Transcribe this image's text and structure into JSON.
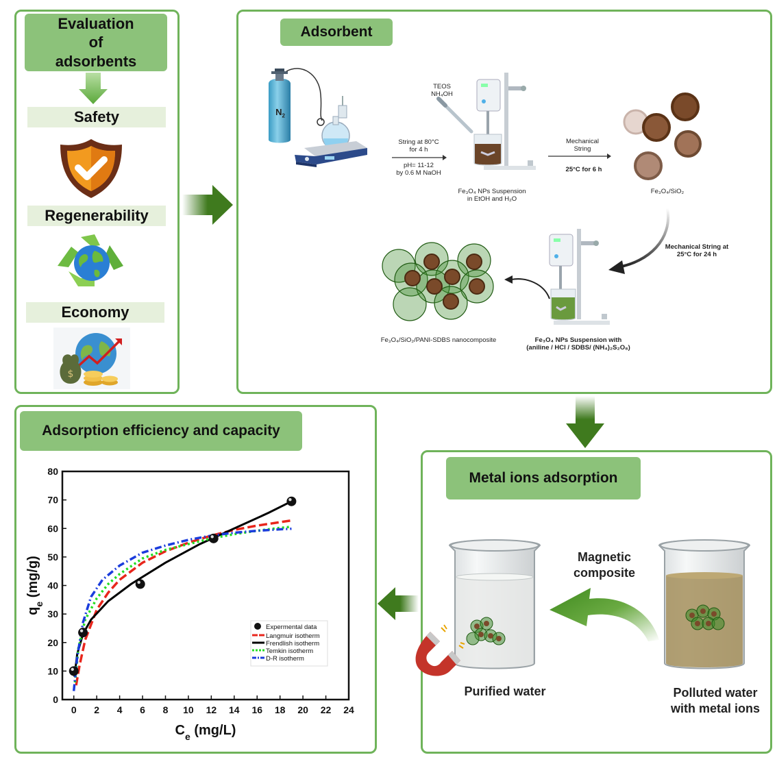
{
  "left_panel": {
    "title": "Evaluation of adsorbents",
    "items": [
      {
        "label": "Safety",
        "icon": "shield-check-icon"
      },
      {
        "label": "Regenerability",
        "icon": "recycle-globe-icon"
      },
      {
        "label": "Economy",
        "icon": "money-globe-icon"
      }
    ]
  },
  "adsorbent_panel": {
    "title": "Adsorbent",
    "n2_label": "N",
    "n2_sub": "2",
    "step1": {
      "line1": "String at 80°C",
      "line2": "for 4 h",
      "line3": "pH= 11-12",
      "line4": "by 0.6 M NaOH"
    },
    "reagents": {
      "line1": "TEOS",
      "line2": "NH₄OH"
    },
    "suspension1": {
      "line1": "Fe₃O₄ NPs Suspension",
      "line2": "in EtOH and H₂O"
    },
    "step2": {
      "line1": "Mechanical",
      "line2": "String",
      "line3": "25°C for 6 h"
    },
    "product1": "Fe₃O₄/SiO₂",
    "step3": {
      "line1": "Mechanical String at",
      "line2": "25°C for  24 h"
    },
    "suspension2": {
      "line1": "Fe₃O₄ NPs Suspension with",
      "line2": "(aniline / HCl / SDBS/ (NH₄)₂S₂O₈)"
    },
    "product2": "Fe₃O₄/SiO₂/PANI-SDBS nanocomposite"
  },
  "metal_panel": {
    "title": "Metal ions adsorption",
    "arrow_label": "Magnetic composite",
    "purified_label": "Purified water",
    "polluted_label": "Polluted water with metal ions"
  },
  "chart_panel": {
    "title": "Adsorption efficiency and capacity"
  },
  "colors": {
    "panel_border": "#6fb35a",
    "label_fill": "#8cc27a",
    "arrow_green": "#3f7a1e",
    "langmuir": "#e8261c",
    "freundlich": "#000000",
    "temkin": "#22dd22",
    "dr": "#1a3cdc"
  },
  "chart_data": {
    "type": "scatter",
    "xlabel": "Ce (mg/L)",
    "ylabel": "qe (mg/g)",
    "xlim": [
      -1,
      24
    ],
    "ylim": [
      0,
      80
    ],
    "xticks": [
      0,
      2,
      4,
      6,
      8,
      10,
      12,
      14,
      16,
      18,
      20,
      22,
      24
    ],
    "yticks": [
      0,
      10,
      20,
      30,
      40,
      50,
      60,
      70,
      80
    ],
    "grid": false,
    "legend_position": "lower-right",
    "experimental": {
      "name": "Expermental data",
      "x": [
        0.0,
        0.8,
        5.8,
        12.2,
        19.0
      ],
      "y": [
        10.0,
        23.5,
        40.5,
        56.5,
        69.5
      ]
    },
    "series": [
      {
        "name": "Langmuir isotherm",
        "color": "#e8261c",
        "dash": "12,5",
        "x": [
          0.2,
          0.5,
          1,
          2,
          3,
          4,
          6,
          8,
          10,
          12,
          14,
          16,
          18,
          19
        ],
        "y": [
          5,
          12,
          21,
          31.5,
          37.5,
          42,
          48,
          52,
          55,
          57.5,
          59.5,
          61,
          62.2,
          62.8
        ]
      },
      {
        "name": "Frendlish isotherm",
        "color": "#000000",
        "dash": "",
        "x": [
          0.05,
          0.3,
          0.8,
          1.5,
          3,
          5,
          8,
          11,
          14,
          17,
          19
        ],
        "y": [
          8,
          16,
          23,
          28,
          34.5,
          40.5,
          48,
          54.5,
          60,
          65.5,
          69.5
        ]
      },
      {
        "name": "Temkin isotherm",
        "color": "#22dd22",
        "dash": "3,4",
        "x": [
          0.1,
          0.4,
          1,
          2,
          3,
          4,
          6,
          8,
          10,
          12,
          14,
          16,
          18,
          19
        ],
        "y": [
          6,
          18,
          28,
          35.5,
          40.5,
          44,
          49.5,
          52.5,
          54.5,
          56.5,
          58,
          59.2,
          60.2,
          60.6
        ]
      },
      {
        "name": "D-R isotherm",
        "color": "#1a3cdc",
        "dash": "10,4,2,4",
        "x": [
          0,
          0.3,
          0.8,
          1.5,
          2.5,
          4,
          6,
          8,
          10,
          12,
          14,
          16,
          18,
          19
        ],
        "y": [
          3,
          15,
          27,
          36,
          42,
          47,
          51.5,
          54,
          56,
          57.5,
          58.5,
          59.2,
          59.7,
          59.9
        ]
      }
    ]
  }
}
